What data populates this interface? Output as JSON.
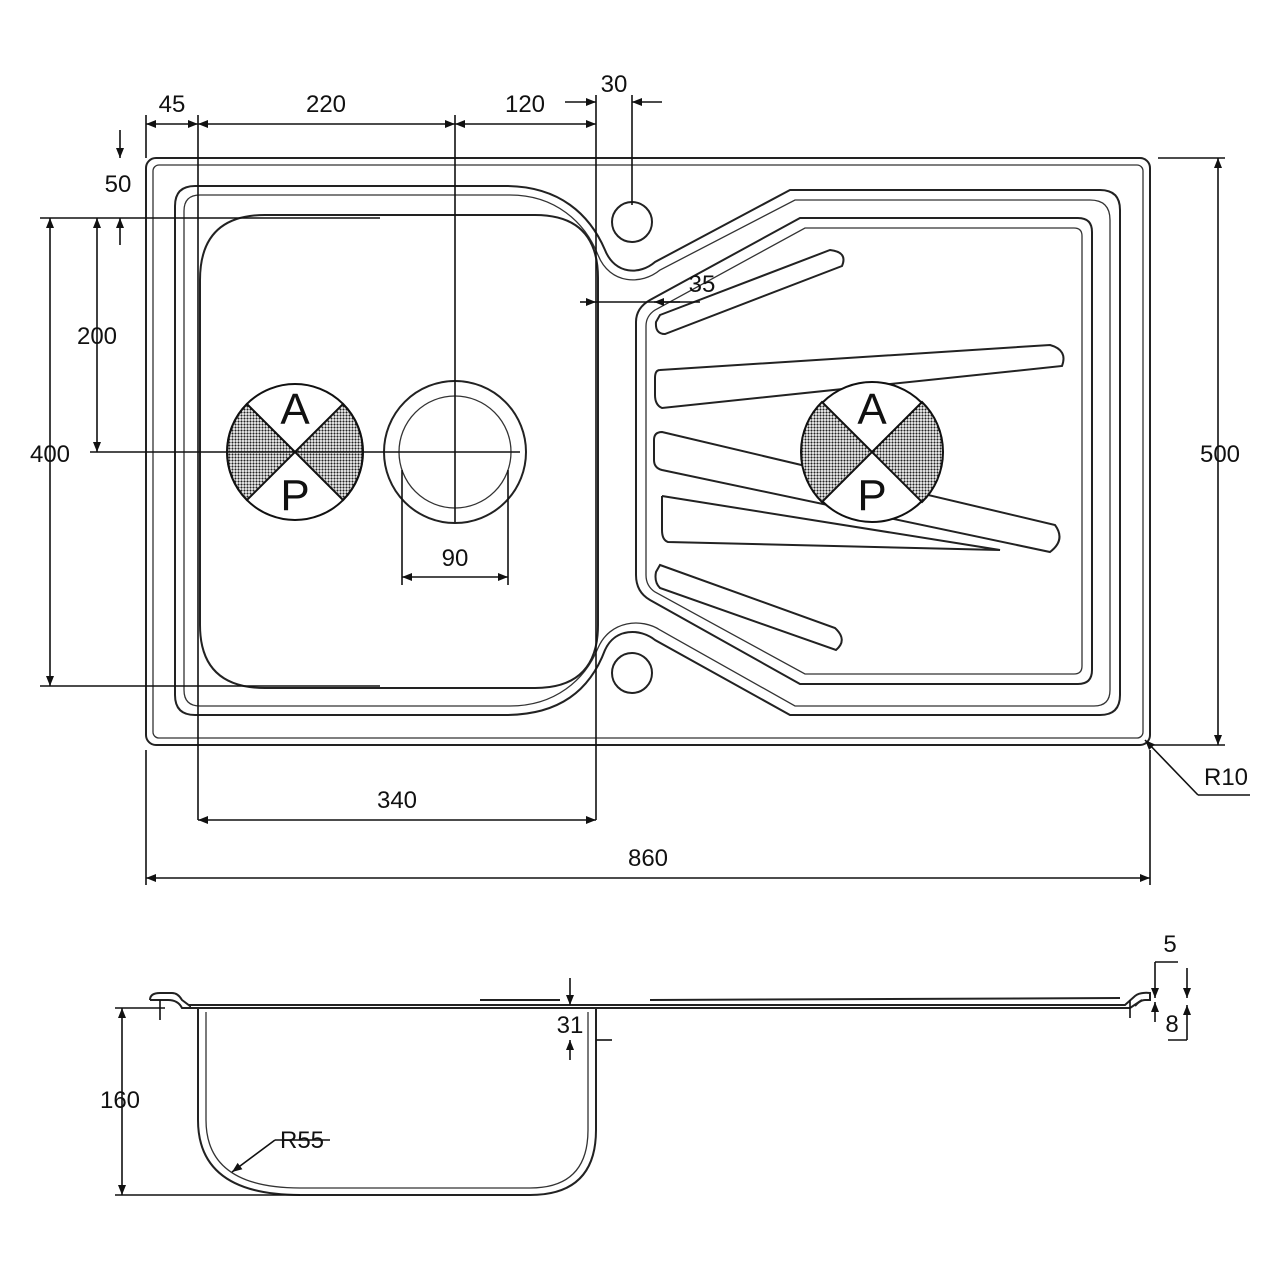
{
  "drawing": {
    "plan_dims": {
      "flange_left": "45",
      "bowl_to_waste": "220",
      "waste_to_divider": "120",
      "tap_hole_offset": "30",
      "top_flange": "50",
      "waste_from_top": "200",
      "bowl_length": "400",
      "divider_gap": "35",
      "waste_diameter": "90",
      "bowl_width": "340",
      "overall_width": "860",
      "overall_depth": "500",
      "corner_radius": "R10"
    },
    "section_dims": {
      "rim_thickness": "5",
      "rim_height": "8",
      "drainer_depth": "31",
      "bowl_depth": "160",
      "bowl_radius": "R55"
    },
    "symbols": {
      "left": {
        "top": "A",
        "bottom": "P"
      },
      "right": {
        "top": "A",
        "bottom": "P"
      }
    }
  }
}
